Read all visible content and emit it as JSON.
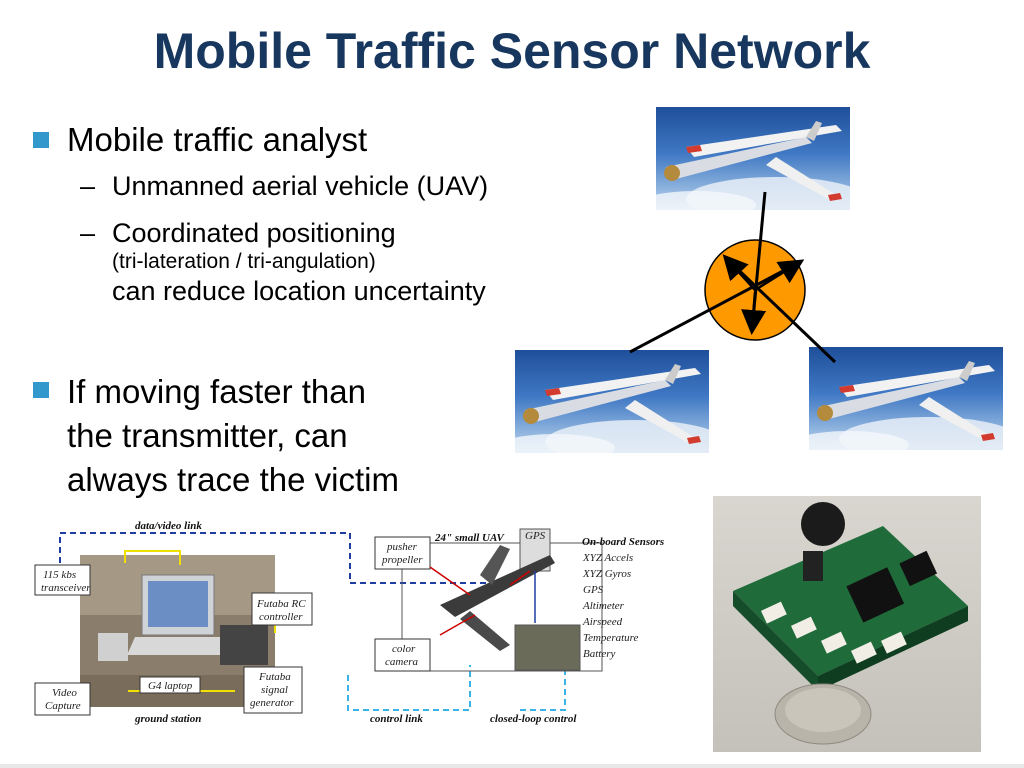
{
  "slide": {
    "title": "Mobile Traffic Sensor Network",
    "bullet1": "Mobile traffic analyst",
    "sub1": "Unmanned aerial vehicle (UAV)",
    "sub2_line1": "Coordinated positioning",
    "sub2_line2": "(tri-lateration / tri-angulation)",
    "sub2_line3": "can reduce location uncertainty",
    "bullet2_line1": "If moving faster than",
    "bullet2_line2": "the transmitter, can",
    "bullet2_line3": "always trace the victim",
    "dash": "–"
  },
  "colors": {
    "title": "#17375e",
    "bullet": "#3399cc",
    "target_circle": "#ff9900"
  },
  "diagram": {
    "data_video_link": "data/video link",
    "transceiver_line1": "115 kbs",
    "transceiver_line2": "transceiver",
    "uav_label": "24\" small UAV",
    "gps": "GPS",
    "pusher_line1": "pusher",
    "pusher_line2": "propeller",
    "futaba_rc_line1": "Futaba RC",
    "futaba_rc_line2": "controller",
    "color_camera_line1": "color",
    "color_camera_line2": "camera",
    "video_capture_line1": "Video",
    "video_capture_line2": "Capture",
    "g4_laptop": "G4 laptop",
    "futaba_sig_line1": "Futaba",
    "futaba_sig_line2": "signal",
    "futaba_sig_line3": "generator",
    "ground_station": "ground station",
    "control_link": "control link",
    "closed_loop": "closed-loop control",
    "onboard_title": "On-board Sensors",
    "onboard_items": [
      "XYZ Accels",
      "XYZ Gyros",
      "GPS",
      "Altimeter",
      "Airspeed",
      "Temperature",
      "Battery"
    ]
  }
}
